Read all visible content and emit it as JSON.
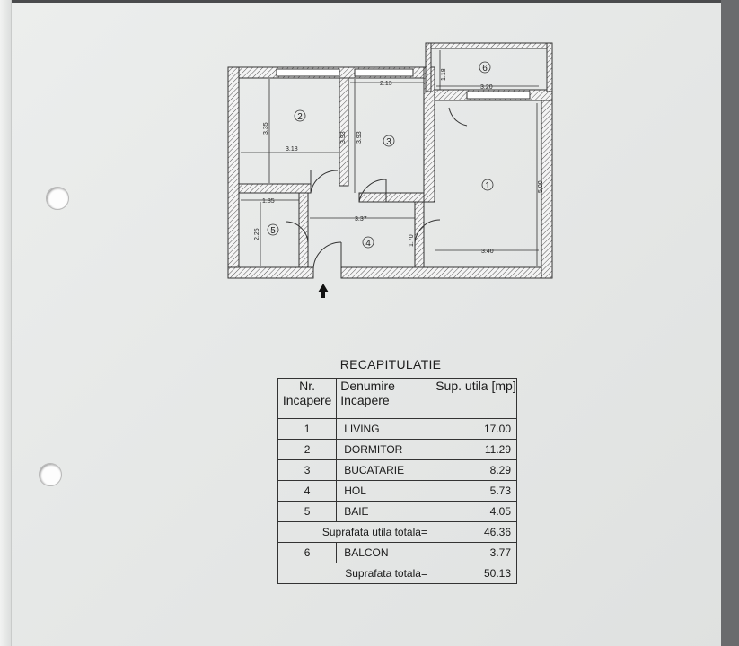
{
  "plan": {
    "room_numbers": [
      "1",
      "2",
      "3",
      "4",
      "5",
      "6"
    ],
    "dimensions": {
      "d_3_35": "3.35",
      "d_3_18": "3.18",
      "d_3_93a": "3.93",
      "d_3_93b": "3.93",
      "d_2_13": "2.13",
      "d_1_18": "1.18",
      "d_3_20": "3.20",
      "d_5_00": "5.00",
      "d_1_85": "1.85",
      "d_2_25": "2.25",
      "d_3_37": "3.37",
      "d_1_70": "1.70",
      "d_3_40": "3.40"
    }
  },
  "recap": {
    "title": "RECAPITULATIE",
    "headers": {
      "nr": "Nr. Incapere",
      "name": "Denumire Incapere",
      "area": "Sup. utila [mp]"
    },
    "rooms": [
      {
        "nr": "1",
        "name": "LIVING",
        "area": "17.00"
      },
      {
        "nr": "2",
        "name": "DORMITOR",
        "area": "11.29"
      },
      {
        "nr": "3",
        "name": "BUCATARIE",
        "area": "8.29"
      },
      {
        "nr": "4",
        "name": "HOL",
        "area": "5.73"
      },
      {
        "nr": "5",
        "name": "BAIE",
        "area": "4.05"
      }
    ],
    "useful_total_label": "Suprafata utila totala=",
    "useful_total_value": "46.36",
    "balcony": {
      "nr": "6",
      "name": "BALCON",
      "area": "3.77"
    },
    "grand_total_label": "Suprafata totala=",
    "grand_total_value": "50.13"
  }
}
